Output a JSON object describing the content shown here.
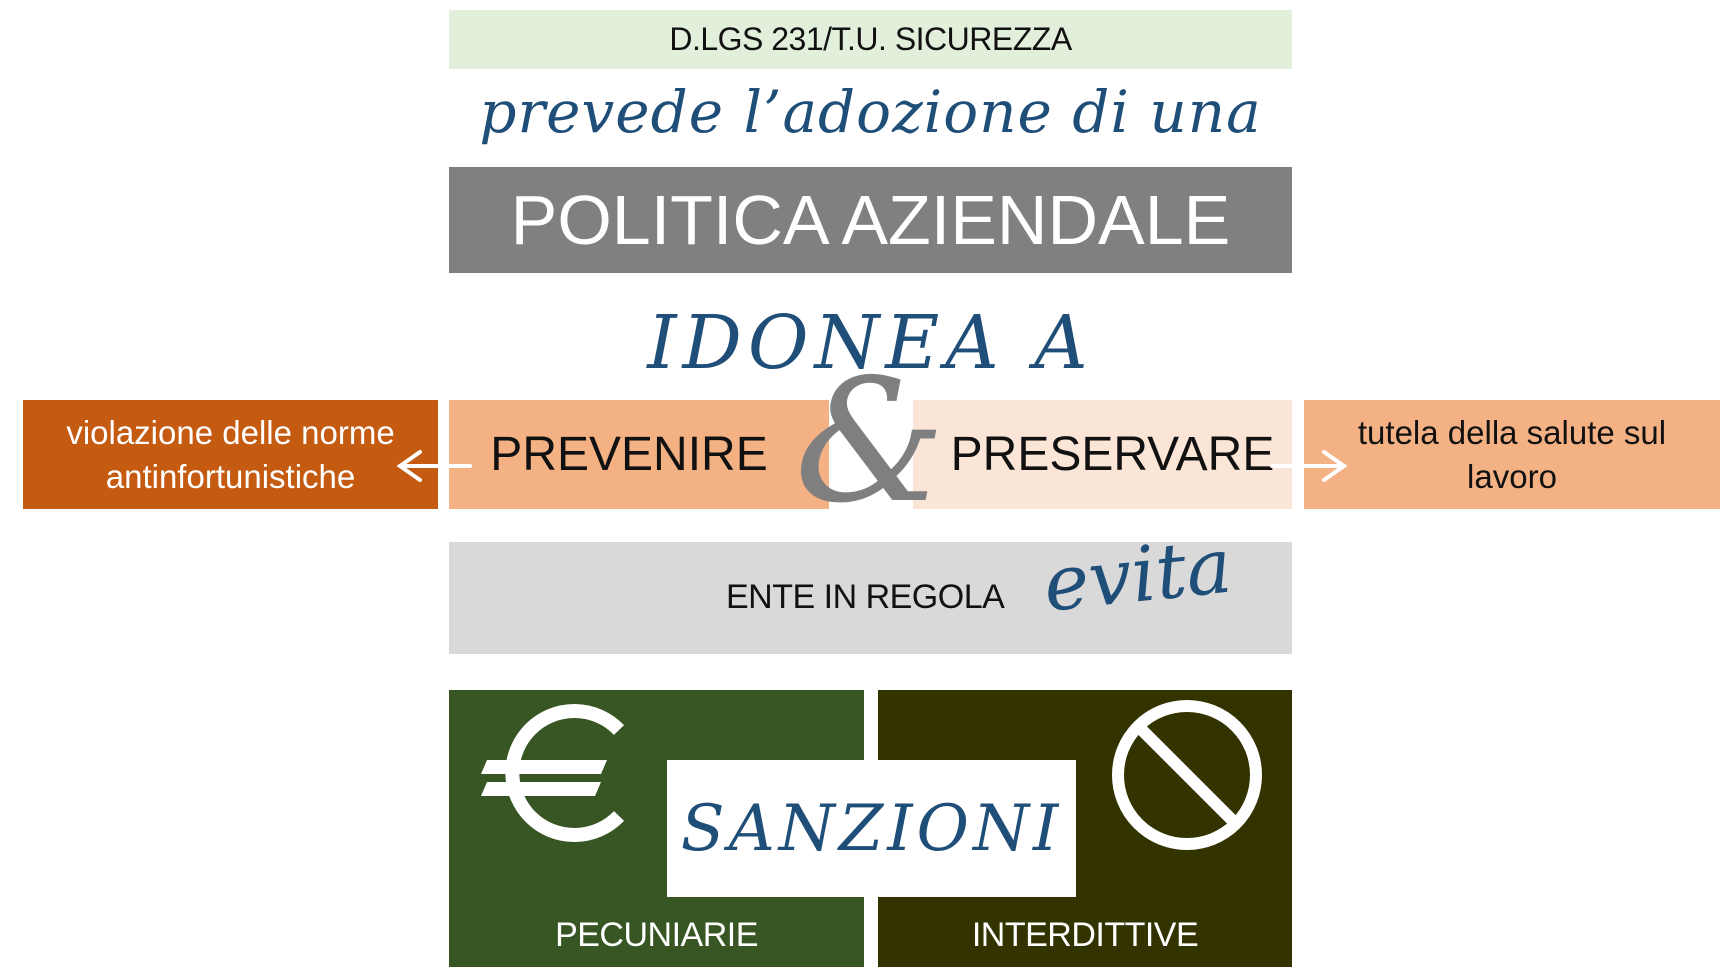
{
  "header": {
    "law": "D.LGS  231/T.U. SICUREZZA"
  },
  "tagline": "prevede l’adozione di una",
  "policy": "POLITICA AZIENDALE",
  "idonea": "IDONEA A",
  "left_box": "violazione delle norme antinfortunistiche",
  "prevenire": "PREVENIRE",
  "ampersand": "&",
  "preservare": "PRESERVARE",
  "right_box": "tutela della salute sul lavoro",
  "ente": {
    "text": "ENTE IN REGOLA",
    "evita": "evita"
  },
  "sanctions": {
    "title": "SANZIONI",
    "pecuniarie": "PECUNIARIE",
    "interdittive": "INTERDITTIVE"
  },
  "icons": {
    "euro": "euro-icon",
    "ban": "prohibited-icon"
  },
  "colors": {
    "header_bg": "#e2efda",
    "policy_bg": "#808080",
    "script_text": "#1f4e79",
    "left_box_bg": "#c55a11",
    "prevenire_bg": "#f4b183",
    "preservare_bg": "#fbe5d6",
    "right_box_bg": "#f4b183",
    "ente_bg": "#d9d9d9",
    "pecuniarie_bg": "#375623",
    "interdittive_bg": "#333300"
  }
}
